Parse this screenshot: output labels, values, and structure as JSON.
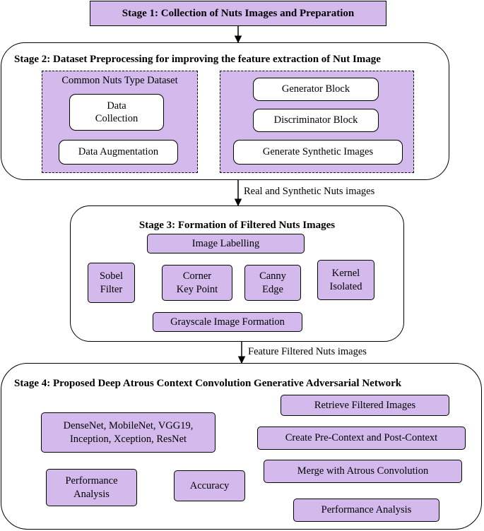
{
  "stage1": {
    "title": "Stage 1: Collection of Nuts Images and Preparation"
  },
  "stage2": {
    "title": "Stage 2: Dataset Preprocessing for improving the feature extraction of Nut Image",
    "dataset_title": "Common Nuts Type Dataset",
    "data_collection_1": "Data",
    "data_collection_2": "Collection",
    "data_augmentation": "Data Augmentation",
    "generator": "Generator Block",
    "discriminator": "Discriminator Block",
    "synthetic": "Generate Synthetic Images"
  },
  "edge_2_3": "Real and Synthetic Nuts images",
  "stage3": {
    "title": "Stage 3: Formation of Filtered Nuts Images",
    "labelling": "Image Labelling",
    "sobel_1": "Sobel",
    "sobel_2": "Filter",
    "corner_1": "Corner",
    "corner_2": "Key Point",
    "canny_1": "Canny",
    "canny_2": "Edge",
    "kernel_1": "Kernel",
    "kernel_2": "Isolated",
    "grayscale": "Grayscale Image Formation"
  },
  "edge_3_4": "Feature Filtered Nuts images",
  "stage4": {
    "title": "Stage 4: Proposed Deep Atrous Context Convolution Generative Adversarial Network",
    "models_1": "DenseNet, MobileNet, VGG19,",
    "models_2": "Inception, Xception, ResNet",
    "perf_1": "Performance",
    "perf_2": "Analysis",
    "accuracy": "Accuracy",
    "retrieve": "Retrieve Filtered Images",
    "context": "Create Pre-Context and Post-Context",
    "merge": "Merge with Atrous Convolution",
    "perf_final": "Performance Analysis"
  },
  "colors": {
    "box_fill": "#d4b9ec",
    "arrow_fill": "#3fb8e0",
    "stroke": "#000000"
  }
}
